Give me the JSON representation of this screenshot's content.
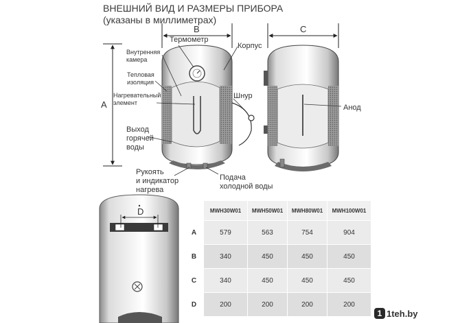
{
  "heading": {
    "line1": "ВНЕШНИЙ ВИД И РАЗМЕРЫ ПРИБОРА",
    "line2": "(указаны в миллиметрах)"
  },
  "dimensions": {
    "a": "A",
    "b": "B",
    "c": "C",
    "d": "D"
  },
  "labels": {
    "thermometer": "Термометр",
    "body": "Корпус",
    "inner_chamber": [
      "Внутренняя",
      "камера"
    ],
    "insulation": [
      "Тепловая",
      "изоляция"
    ],
    "heater": [
      "Нагревательный",
      "элемент"
    ],
    "cord": "Шнур",
    "anode": "Анод",
    "hot_outlet": [
      "Выход",
      "горячей",
      "воды"
    ],
    "handle": [
      "Рукоять",
      "и индикатор",
      "нагрева"
    ],
    "cold_inlet": [
      "Подача",
      "холодной воды"
    ]
  },
  "table": {
    "columns": [
      "MWH30W01",
      "MWH50W01",
      "MWH80W01",
      "MWH100W01"
    ],
    "rows": [
      {
        "label": "A",
        "values": [
          "579",
          "563",
          "754",
          "904"
        ]
      },
      {
        "label": "B",
        "values": [
          "340",
          "450",
          "450",
          "450"
        ]
      },
      {
        "label": "C",
        "values": [
          "340",
          "450",
          "450",
          "450"
        ]
      },
      {
        "label": "D",
        "values": [
          "200",
          "200",
          "200",
          "200"
        ]
      }
    ]
  },
  "logo": {
    "text": "1teh.by",
    "icon": "1"
  }
}
